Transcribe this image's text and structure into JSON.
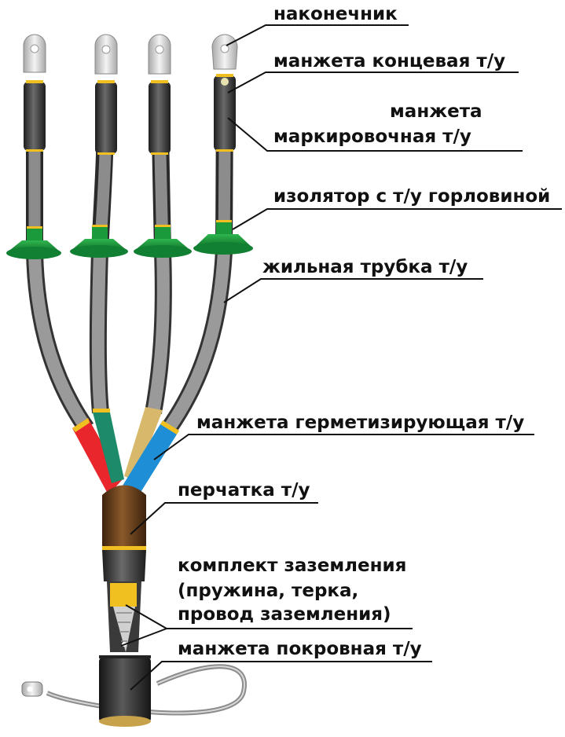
{
  "labels": {
    "lug": "наконечник",
    "end_cap": "манжета концевая т/у",
    "marker_line1": "манжета",
    "marker_line2": "маркировочная т/у",
    "insulator": "изолятор с т/у горловиной",
    "core_tube": "жильная трубка т/у",
    "sealing_cuff": "манжета герметизирующая т/у",
    "glove": "перчатка т/у",
    "grounding_line1": "комплект заземления",
    "grounding_line2": "(пружина,  терка,",
    "grounding_line3": "провод заземления)",
    "cover_cuff": "манжета покровная т/у"
  },
  "colors": {
    "core_red": "#e8262b",
    "core_green": "#1d8a6a",
    "core_yellow": "#d8b86a",
    "core_blue": "#1e8fd6",
    "insulator_green": "#1a9a3a",
    "glove_brown": "#6b3e1c",
    "band_yellow": "#f0c020",
    "tube_gray": "#7d7d7d",
    "sleeve_dark": "#3a3a3a"
  }
}
